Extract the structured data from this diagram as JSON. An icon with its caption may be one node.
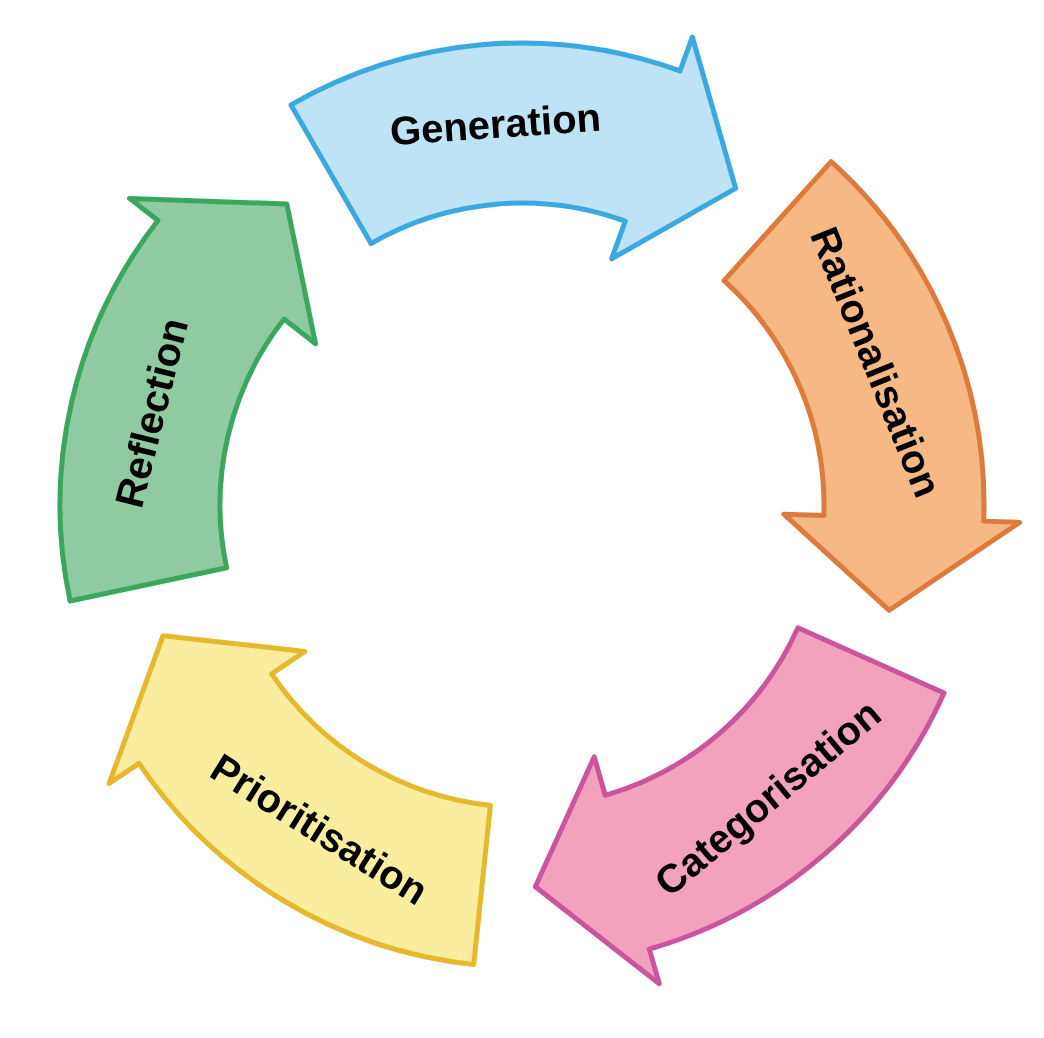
{
  "diagram": {
    "nodes": [
      {
        "text": [
          "Generation"
        ]
      },
      {
        "text": [
          "Rationalisation"
        ]
      },
      {
        "text": [
          "Categorisation"
        ]
      },
      {
        "text": [
          "Prioritisation"
        ]
      },
      {
        "text": [
          "Reflection"
        ]
      }
    ]
  }
}
